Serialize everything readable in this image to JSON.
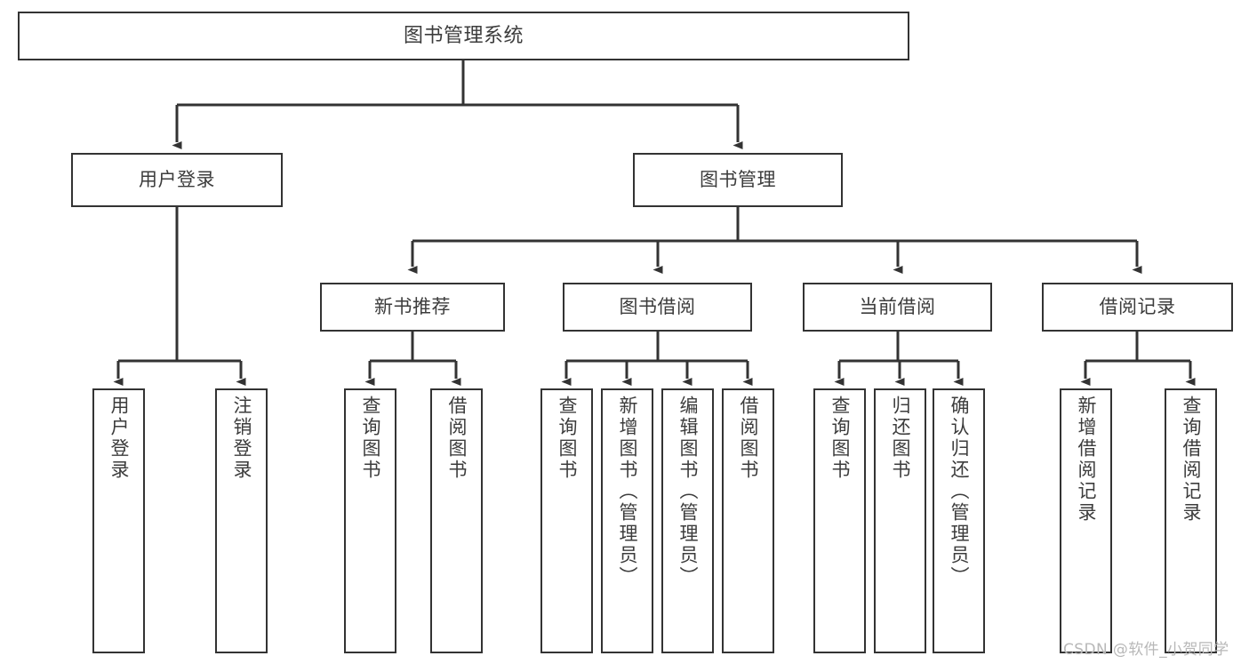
{
  "diagram": {
    "title_node": {
      "id": "root",
      "label": "图书管理系统"
    },
    "level1": [
      {
        "id": "login",
        "label": "用户登录"
      },
      {
        "id": "bookmgmt",
        "label": "图书管理"
      }
    ],
    "level2": [
      {
        "id": "newbook",
        "label": "新书推荐"
      },
      {
        "id": "borrow",
        "label": "图书借阅"
      },
      {
        "id": "current",
        "label": "当前借阅"
      },
      {
        "id": "records",
        "label": "借阅记录"
      }
    ],
    "leaves": {
      "login": [
        {
          "id": "leaf-user-login",
          "label": "用户登录"
        },
        {
          "id": "leaf-logout",
          "label": "注销登录"
        }
      ],
      "newbook": [
        {
          "id": "leaf-query-book-1",
          "label": "查询图书"
        },
        {
          "id": "leaf-borrow-book-1",
          "label": "借阅图书"
        }
      ],
      "borrow": [
        {
          "id": "leaf-query-book-2",
          "label": "查询图书"
        },
        {
          "id": "leaf-add-book",
          "label": "新增图书（管理员）"
        },
        {
          "id": "leaf-edit-book",
          "label": "编辑图书（管理员）"
        },
        {
          "id": "leaf-borrow-book-2",
          "label": "借阅图书"
        }
      ],
      "current": [
        {
          "id": "leaf-query-book-3",
          "label": "查询图书"
        },
        {
          "id": "leaf-return-book",
          "label": "归还图书"
        },
        {
          "id": "leaf-confirm-return",
          "label": "确认归还（管理员）"
        }
      ],
      "records": [
        {
          "id": "leaf-add-record",
          "label": "新增借阅记录"
        },
        {
          "id": "leaf-query-record",
          "label": "查询借阅记录"
        }
      ]
    }
  },
  "watermark": {
    "text": "CSDN @软件_小贺同学"
  },
  "colors": {
    "border": "#333333",
    "text": "#3c3c3c",
    "background": "#ffffff",
    "watermark": "#b8b8b8"
  }
}
